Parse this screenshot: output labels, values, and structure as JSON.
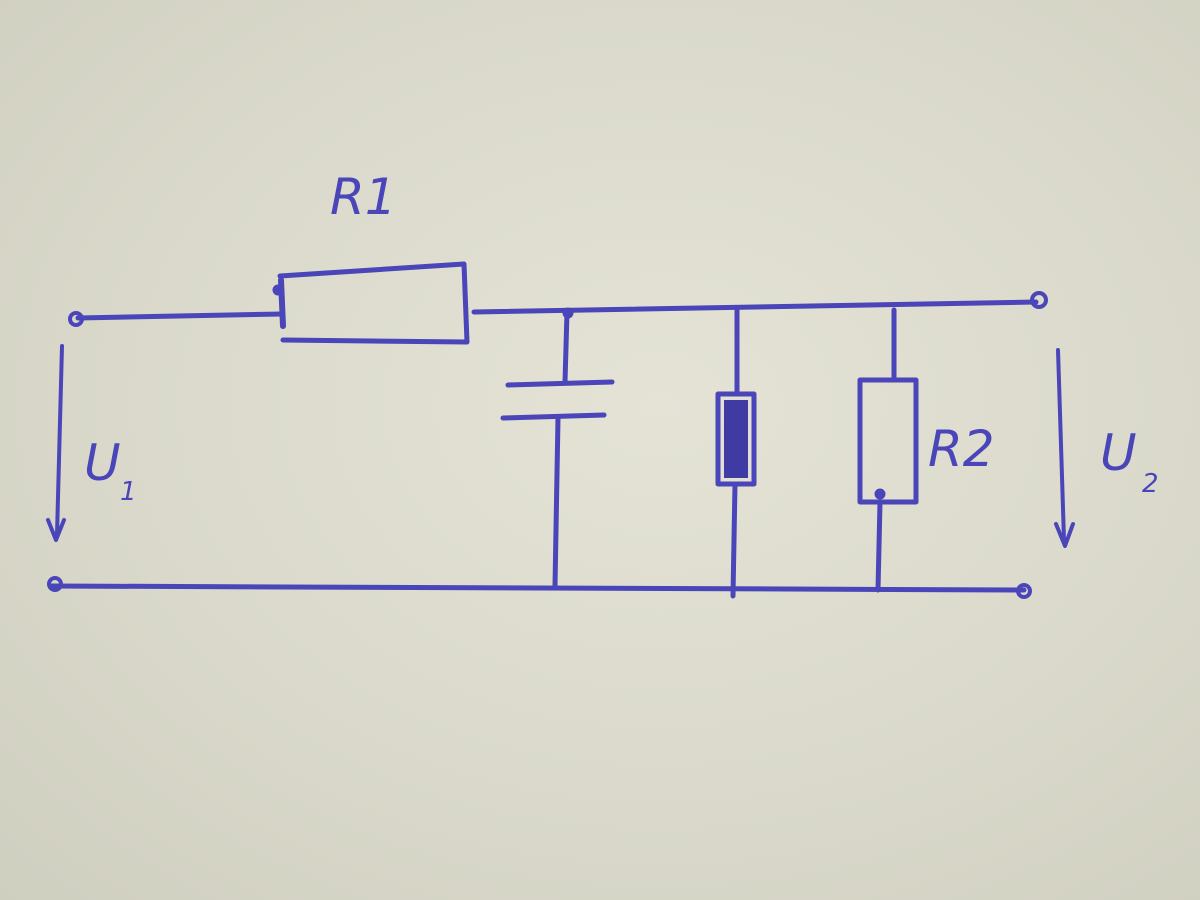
{
  "diagram": {
    "type": "circuit-schematic",
    "ink_color": "#4a45b8",
    "paper_color": "#dcdccd",
    "components": {
      "r1": {
        "label": "R1",
        "symbol": "resistor"
      },
      "capacitor": {
        "label": "",
        "symbol": "capacitor"
      },
      "filled_element": {
        "label": "",
        "symbol": "filled-rectangle"
      },
      "r2": {
        "label": "R2",
        "symbol": "resistor"
      }
    },
    "voltages": {
      "input": {
        "letter": "U",
        "sub": "1"
      },
      "output": {
        "letter": "U",
        "sub": "2"
      }
    }
  }
}
